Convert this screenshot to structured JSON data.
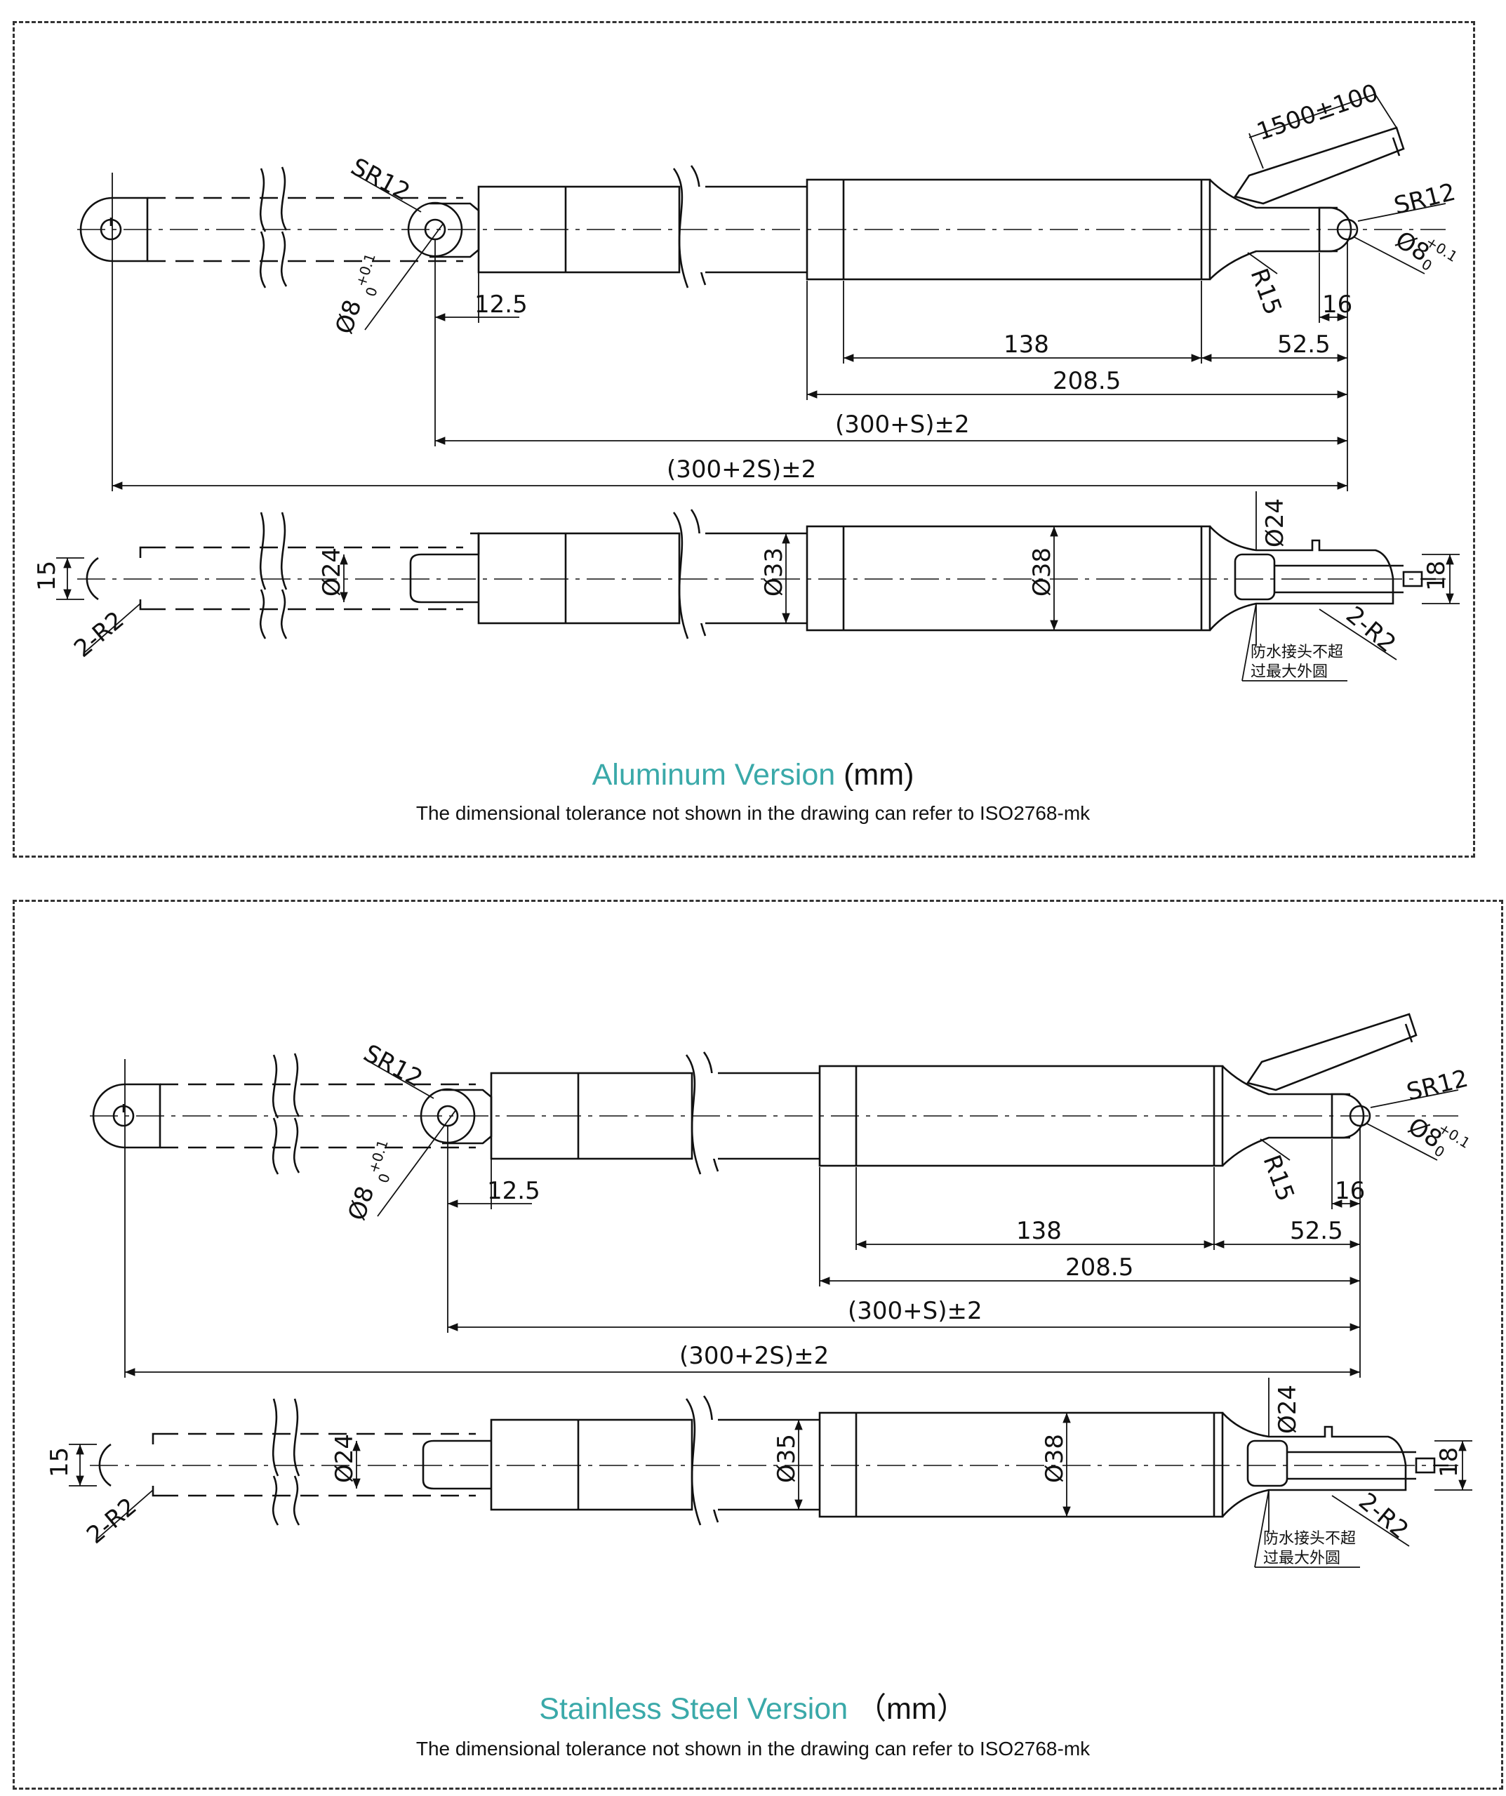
{
  "colors": {
    "title": "#3aa9a9",
    "line": "#111111",
    "frame": "#333333"
  },
  "panels": [
    {
      "title": "Aluminum Version",
      "unit": "(mm)",
      "note": "The dimensional tolerance not shown in the drawing can refer to ISO2768-mk",
      "labels": {
        "cable": "1500±100",
        "sr_left": "SR12",
        "sr_right": "SR12",
        "hole_left": "Ø8",
        "hole_right": "Ø8",
        "tol_plus": "+0.1",
        "tol_zero": "0",
        "r15": "R15",
        "d125": "12.5",
        "d16": "16",
        "d138": "138",
        "d525": "52.5",
        "d2085": "208.5",
        "retracted": "(300+S)±2",
        "extended": "(300+2S)±2",
        "h15": "15",
        "r2_left": "2-R2",
        "r2_right": "2-R2",
        "dia24_rod": "Ø24",
        "dia_tube": "Ø33",
        "dia38": "Ø38",
        "dia24_end": "Ø24",
        "h18": "18",
        "note_cn_1": "防水接头不超",
        "note_cn_2": "过最大外圆"
      }
    },
    {
      "title": "Stainless Steel Version",
      "unit": "（mm）",
      "note": "The dimensional tolerance not shown in the drawing can refer to ISO2768-mk",
      "labels": {
        "cable": "",
        "sr_left": "SR12",
        "sr_right": "SR12",
        "hole_left": "Ø8",
        "hole_right": "Ø8",
        "tol_plus": "+0.1",
        "tol_zero": "0",
        "r15": "R15",
        "d125": "12.5",
        "d16": "16",
        "d138": "138",
        "d525": "52.5",
        "d2085": "208.5",
        "retracted": "(300+S)±2",
        "extended": "(300+2S)±2",
        "h15": "15",
        "r2_left": "2-R2",
        "r2_right": "2-R2",
        "dia24_rod": "Ø24",
        "dia_tube": "Ø35",
        "dia38": "Ø38",
        "dia24_end": "Ø24",
        "h18": "18",
        "note_cn_1": "防水接头不超",
        "note_cn_2": "过最大外圆"
      }
    }
  ]
}
